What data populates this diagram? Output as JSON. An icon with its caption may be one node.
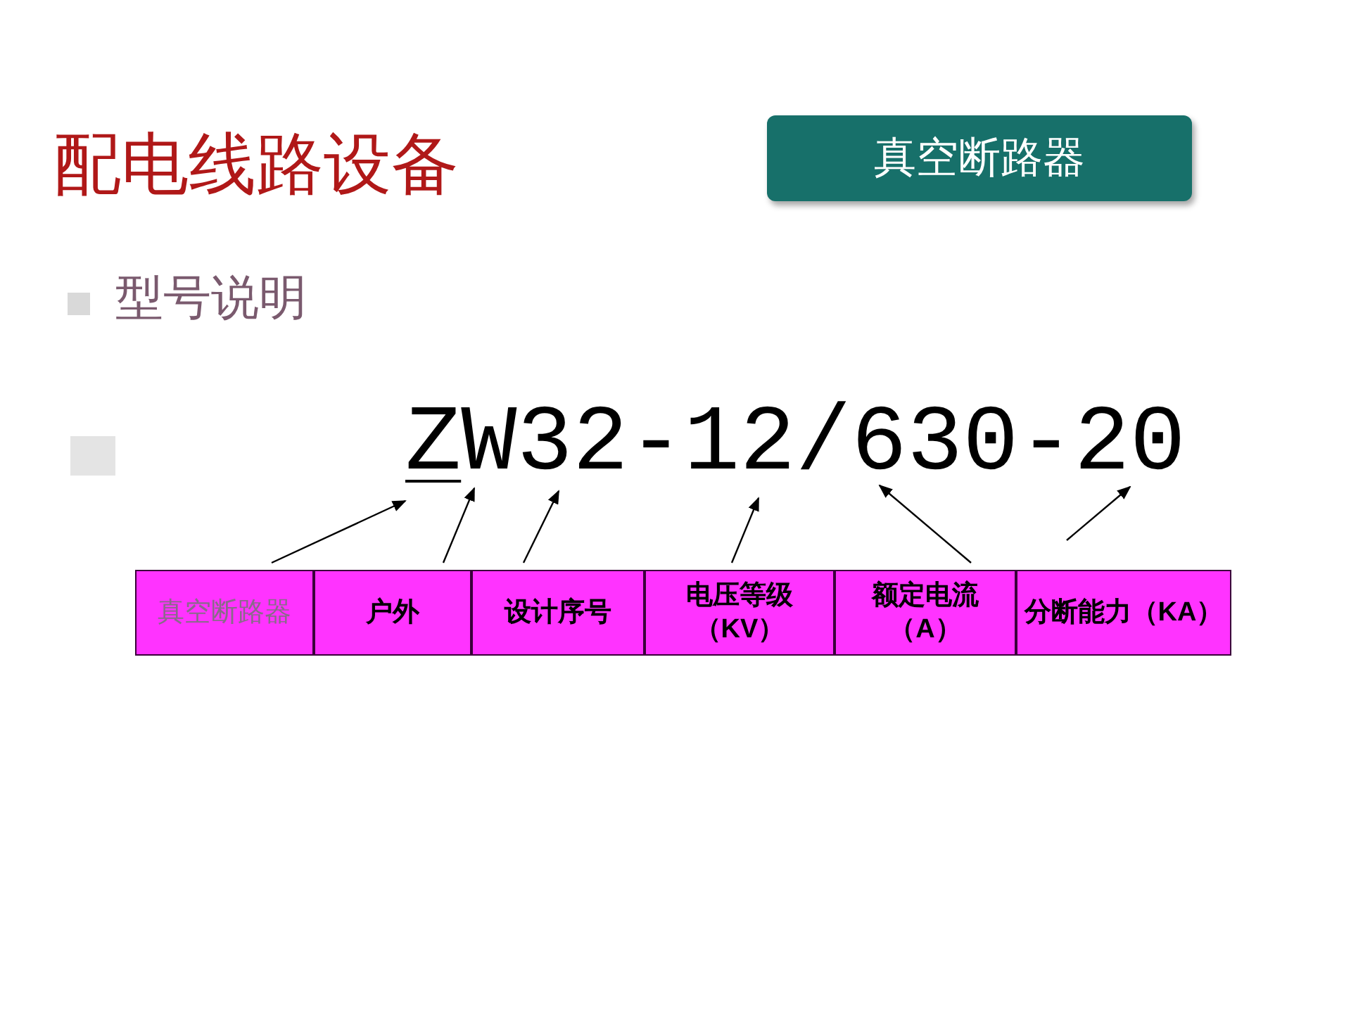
{
  "diagram": {
    "title": "配电线路设备",
    "nodes": [
      {
        "text": [
          "真空断路器"
        ]
      },
      {
        "text": [
          "ZW32-12/630-20"
        ]
      },
      {
        "text": [
          "真空断路器"
        ]
      },
      {
        "text": [
          "户外"
        ]
      },
      {
        "text": [
          "设计序号"
        ]
      },
      {
        "text": [
          "电压等级（KV）"
        ]
      },
      {
        "text": [
          "额定电流（A）"
        ]
      },
      {
        "text": [
          "分断能力（KA）"
        ]
      }
    ],
    "edges": [
      {
        "from": 2,
        "to": 1,
        "arrow": "to"
      },
      {
        "from": 3,
        "to": 1,
        "arrow": "to"
      },
      {
        "from": 4,
        "to": 1,
        "arrow": "to"
      },
      {
        "from": 5,
        "to": 1,
        "arrow": "to"
      },
      {
        "from": 6,
        "to": 1,
        "arrow": "to"
      },
      {
        "from": 7,
        "to": 1,
        "arrow": "to"
      }
    ],
    "labels": [
      "型号说明"
    ]
  }
}
